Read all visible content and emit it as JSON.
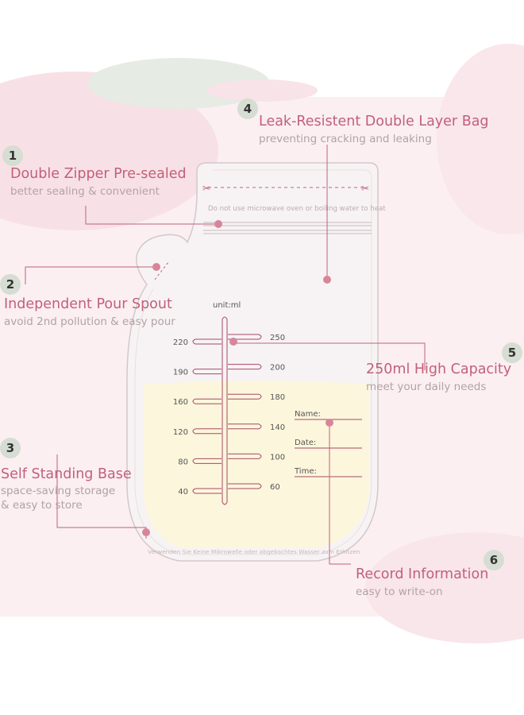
{
  "features": [
    {
      "number": "1",
      "title": "Double Zipper Pre-sealed",
      "subtitle_lines": [
        "better sealing & convenient"
      ]
    },
    {
      "number": "2",
      "title": "Independent Pour Spout",
      "subtitle_lines": [
        "avoid 2nd pollution & easy pour"
      ]
    },
    {
      "number": "3",
      "title": "Self Standing Base",
      "subtitle_lines": [
        "space-saving storage",
        "& easy to store"
      ]
    },
    {
      "number": "4",
      "title": "Leak-Resistent Double Layer Bag",
      "subtitle_lines": [
        "preventing cracking and leaking"
      ]
    },
    {
      "number": "5",
      "title": "250ml High Capacity",
      "subtitle_lines": [
        "meet your daily needs"
      ]
    },
    {
      "number": "6",
      "title": "Record Information",
      "subtitle_lines": [
        "easy to write-on"
      ]
    }
  ],
  "bag": {
    "top_warning": "Do not use microwave oven or boiling water to heat",
    "bottom_warning": "Verwenden Sie Keine Mikrowelle oder abgekochtes Wasser zum Erhitzen",
    "unit_label": "unit:ml",
    "left_scale": [
      "220",
      "190",
      "160",
      "120",
      "80",
      "40"
    ],
    "right_scale": [
      "250",
      "200",
      "180",
      "140",
      "100",
      "60"
    ],
    "record_fields": [
      "Name:",
      "Date:",
      "Time:"
    ]
  },
  "colors": {
    "accent": "#c2607a",
    "subtitle": "#b3a2a6",
    "badge": "#d6ddd3",
    "background_pink": "#fbeff1",
    "milk": "#fcf6dc",
    "scale": "#a64a64"
  }
}
